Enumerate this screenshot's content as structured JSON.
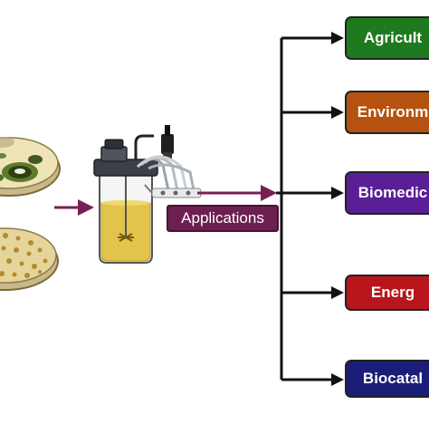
{
  "center_label": "Applications",
  "applications": [
    {
      "label": "Agricult",
      "color": "#1e7a1e"
    },
    {
      "label": "Environm",
      "color": "#b5520f"
    },
    {
      "label": "Biomedic",
      "color": "#5a1e96"
    },
    {
      "label": "Energ",
      "color": "#b8151c"
    },
    {
      "label": "Biocatal",
      "color": "#1a1e78"
    }
  ],
  "colors": {
    "arrow_in": "#7a1f55",
    "connector": "#111111",
    "culture_liquid": "#e2c44a",
    "petri_agar": "#efe3b8"
  },
  "icons": [
    "petri-dish-icon",
    "bioreactor-icon"
  ]
}
